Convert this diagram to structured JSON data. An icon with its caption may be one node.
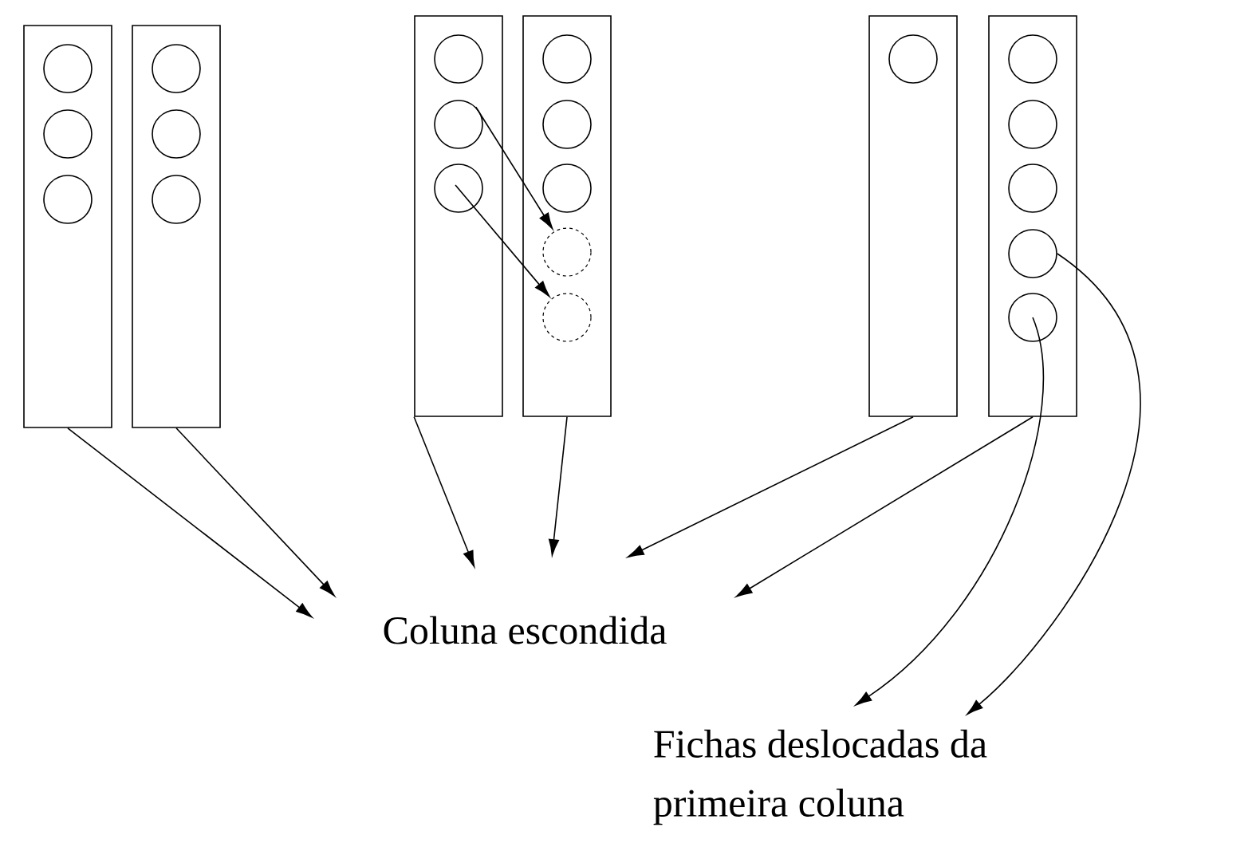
{
  "diagram": {
    "nodes": [
      {
        "text": [],
        "shape": "box"
      },
      {
        "text": [],
        "shape": "circle",
        "in": 0
      },
      {
        "text": [],
        "shape": "circle",
        "in": 0
      },
      {
        "text": [],
        "shape": "circle",
        "in": 0
      },
      {
        "text": [],
        "shape": "box"
      },
      {
        "text": [],
        "shape": "circle",
        "in": 4
      },
      {
        "text": [],
        "shape": "circle",
        "in": 4
      },
      {
        "text": [],
        "shape": "circle",
        "in": 4
      },
      {
        "text": [],
        "shape": "box"
      },
      {
        "text": [],
        "shape": "circle",
        "in": 8
      },
      {
        "text": [],
        "shape": "circle",
        "in": 8
      },
      {
        "text": [],
        "shape": "circle",
        "in": 8
      },
      {
        "text": [],
        "shape": "box"
      },
      {
        "text": [],
        "shape": "circle",
        "in": 12
      },
      {
        "text": [],
        "shape": "circle",
        "in": 12
      },
      {
        "text": [],
        "shape": "circle",
        "in": 12
      },
      {
        "text": [],
        "shape": "circle",
        "in": 12
      },
      {
        "text": [],
        "shape": "circle",
        "in": 12
      },
      {
        "text": [],
        "shape": "box"
      },
      {
        "text": [],
        "shape": "circle",
        "in": 18
      },
      {
        "text": [],
        "shape": "box"
      },
      {
        "text": [],
        "shape": "circle",
        "in": 20
      },
      {
        "text": [],
        "shape": "circle",
        "in": 20
      },
      {
        "text": [],
        "shape": "circle",
        "in": 20
      },
      {
        "text": [],
        "shape": "circle",
        "in": 20
      },
      {
        "text": [],
        "shape": "circle",
        "in": 20
      },
      {
        "text": [
          "Coluna escondida"
        ]
      },
      {
        "text": [
          "Fichas deslocadas da primeira coluna"
        ]
      }
    ],
    "edges": [
      {
        "from": 10,
        "to": 16,
        "arrow": "to"
      },
      {
        "from": 11,
        "to": 17,
        "arrow": "to"
      },
      {
        "from": 0,
        "to": 26,
        "arrow": "to"
      },
      {
        "from": 4,
        "to": 26,
        "arrow": "to"
      },
      {
        "from": 8,
        "to": 26,
        "arrow": "to"
      },
      {
        "from": 12,
        "to": 26,
        "arrow": "to"
      },
      {
        "from": 18,
        "to": 26,
        "arrow": "to"
      },
      {
        "from": 20,
        "to": 26,
        "arrow": "to"
      },
      {
        "from": 25,
        "to": 27,
        "arrow": "to"
      },
      {
        "from": 24,
        "to": 27,
        "arrow": "to"
      }
    ]
  }
}
